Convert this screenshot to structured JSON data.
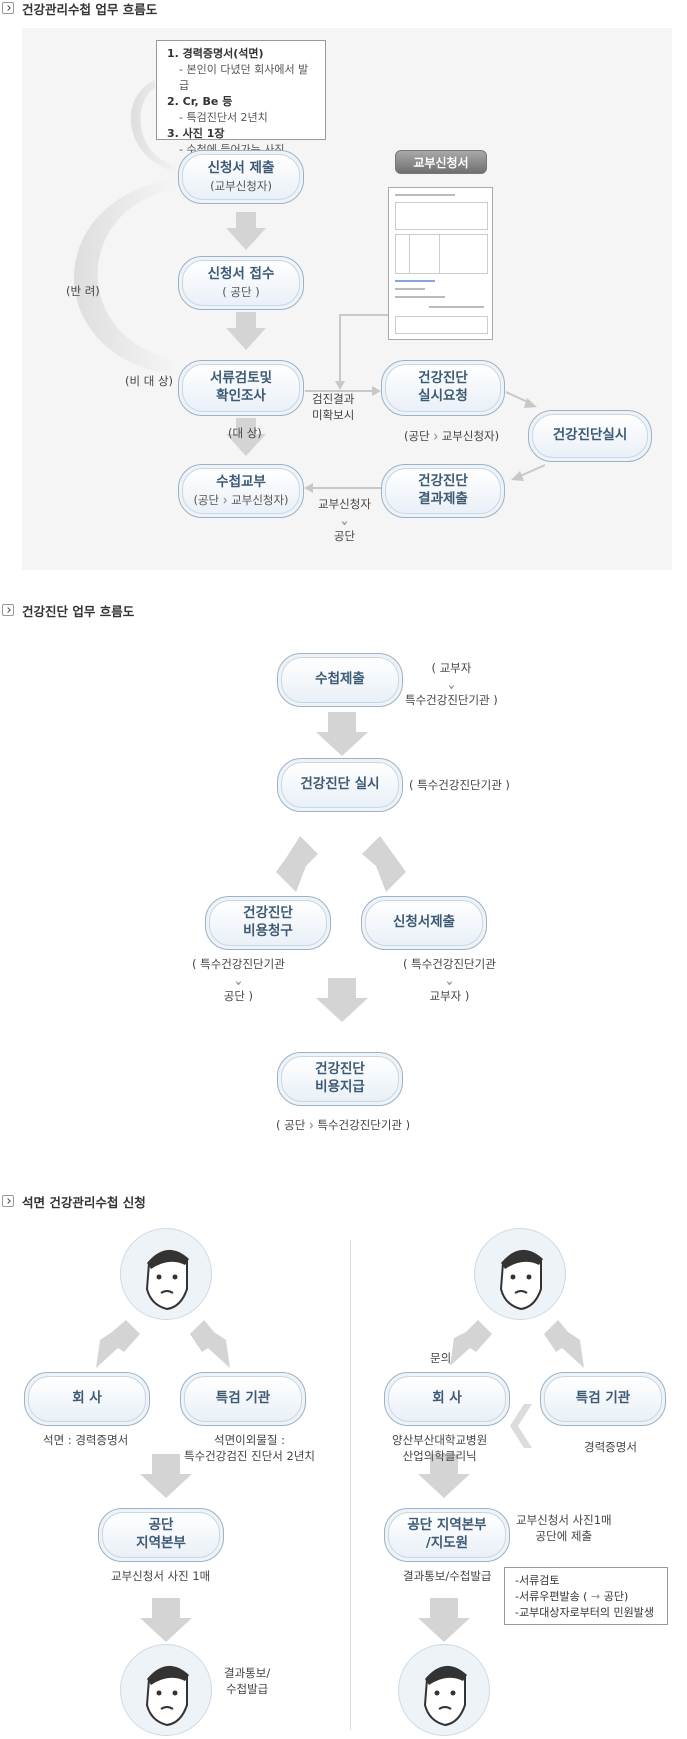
{
  "sec1": {
    "title": "건강관리수첩 업무 흐름도",
    "notes": {
      "n1": "1. 경력증명서(석면)",
      "n1s": "- 본인이 다녔던 회사에서 발급",
      "n2": "2. Cr, Be 등",
      "n2s": "- 특검진단서 2년치",
      "n3": "3. 사진 1장",
      "n3s": "- 수첩에 들어가는 사진"
    },
    "submit": {
      "label": "신청서 제출",
      "sub": "(교부신청자)"
    },
    "receive": {
      "label": "신청서 접수",
      "sub": "( 공단 )"
    },
    "review": {
      "line1": "서류검토및",
      "line2": "확인조사"
    },
    "issue": {
      "label": "수첩교부",
      "sub_a": "(공단",
      "sub_b": "교부신청자)"
    },
    "request": {
      "line1": "건강진단",
      "line2": "실시요청"
    },
    "result": {
      "line1": "건강진단",
      "line2": "결과제출"
    },
    "exam": {
      "label": "건강진단실시"
    },
    "return_label": "(반 려)",
    "nontarget_label": "(비 대 상)",
    "target_label": "(대 상)",
    "unconfirmed": {
      "line1": "검진결과",
      "line2": "미확보시"
    },
    "flow_a": {
      "from": "(공단",
      "to": "교부신청자)"
    },
    "flow_b": {
      "from": "교부신청자",
      "to": "공단"
    },
    "form_badge": "교부신청서"
  },
  "sec2": {
    "title": "건강진단 업무 흐름도",
    "submit": {
      "label": "수첩제출",
      "note1": "( 교부자",
      "note2": "특수건강진단기관 )"
    },
    "exam": {
      "label": "건강진단 실시",
      "note": "( 특수건강진단기관 )"
    },
    "claim": {
      "line1": "건강진단",
      "line2": "비용청구",
      "note1": "( 특수건강진단기관",
      "note2": "공단 )"
    },
    "application": {
      "label": "신청서제출",
      "note1": "( 특수건강진단기관",
      "note2": "교부자 )"
    },
    "payment": {
      "line1": "건강진단",
      "line2": "비용지급",
      "note_a": "( 공단",
      "note_b": "특수건강진단기관 )"
    }
  },
  "sec3": {
    "title": "석면 건강관리수첩 신청",
    "left": {
      "company": {
        "label": "회  사",
        "note": "석면 : 경력증명서"
      },
      "agency": {
        "label": "특검 기관",
        "note1": "석면이외물질 :",
        "note2": "특수건강검진 진단서 2년치"
      },
      "branch": {
        "line1": "공단",
        "line2": "지역본부",
        "note": "교부신청서  사진 1매"
      },
      "final": {
        "line1": "결과통보/",
        "line2": "수첩발급"
      }
    },
    "right": {
      "inquiry": "문의",
      "company": {
        "label": "회  사",
        "note1": "양산부산대학교병원",
        "note2": "산업의학클리닉"
      },
      "agency": {
        "label": "특검 기관",
        "note": "경력증명서"
      },
      "branch": {
        "line1": "공단 지역본부",
        "line2": "/지도원",
        "note": "결과통보/수첩발급"
      },
      "submit": {
        "line1": "교부신청서 사진1매",
        "line2": "공단에 제출"
      },
      "tasks": {
        "t1": "-서류검토",
        "t2a": "-서류우편발송 (",
        "t2b": "공단)",
        "t3": "-교부대상자로부터의 민원발생"
      }
    }
  },
  "colors": {
    "pill_border": "#9cb1c4",
    "pill_text": "#3d5a74",
    "arrow_gray": "#d4d4d4"
  }
}
